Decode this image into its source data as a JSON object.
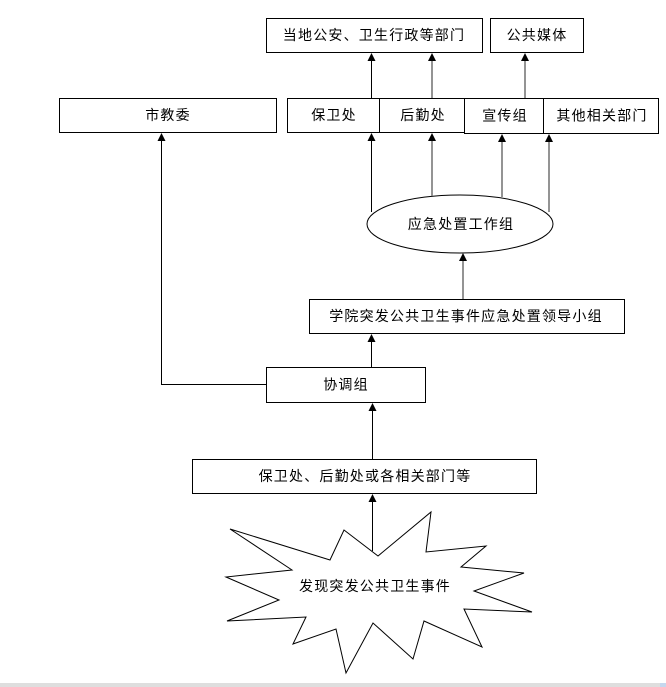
{
  "diagram": {
    "title": "",
    "nodes": {
      "local_authorities": "当地公安、卫生行政等部门",
      "public_media": "公共媒体",
      "municipal_education_commission": "市教委",
      "security_office": "保卫处",
      "logistics_office": "后勤处",
      "publicity_group": "宣传组",
      "other_departments": "其他相关部门",
      "emergency_working_group": "应急处置工作组",
      "leadership_group": "学院突发公共卫生事件应急处置领导小组",
      "coordination_group": "协调组",
      "reporting_departments": "保卫处、后勤处或各相关部门等",
      "trigger_event": "发现突发公共卫生事件"
    },
    "edges": [
      {
        "from": "trigger_event",
        "to": "reporting_departments"
      },
      {
        "from": "reporting_departments",
        "to": "coordination_group"
      },
      {
        "from": "coordination_group",
        "to": "leadership_group"
      },
      {
        "from": "coordination_group",
        "to": "municipal_education_commission"
      },
      {
        "from": "leadership_group",
        "to": "emergency_working_group"
      },
      {
        "from": "emergency_working_group",
        "to": "security_office"
      },
      {
        "from": "emergency_working_group",
        "to": "logistics_office"
      },
      {
        "from": "emergency_working_group",
        "to": "publicity_group"
      },
      {
        "from": "emergency_working_group",
        "to": "other_departments"
      },
      {
        "from": "security_office",
        "to": "local_authorities"
      },
      {
        "from": "logistics_office",
        "to": "local_authorities"
      },
      {
        "from": "publicity_group",
        "to": "public_media"
      }
    ],
    "colors": {
      "line": "#000000",
      "secondary_line": "#7a7a7a",
      "node_fill": "#ffffff"
    }
  }
}
